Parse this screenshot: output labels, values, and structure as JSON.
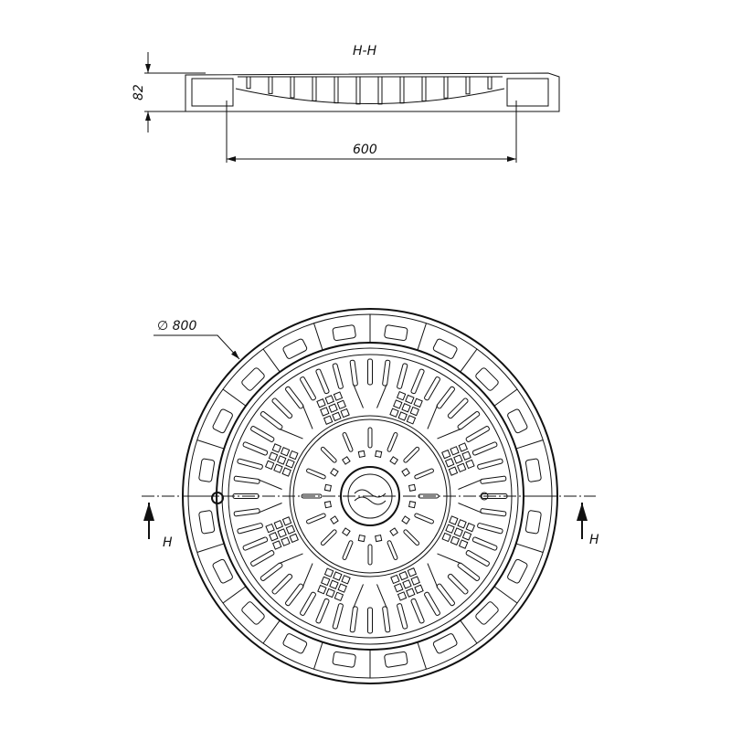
{
  "section": {
    "label": "H-H",
    "height_dim": "82",
    "width_dim": "600"
  },
  "plan": {
    "diameter_label": "∅ 800",
    "section_mark_left": "H",
    "section_mark_right": "H"
  },
  "colors": {
    "line": "#111111",
    "background": "#ffffff"
  }
}
